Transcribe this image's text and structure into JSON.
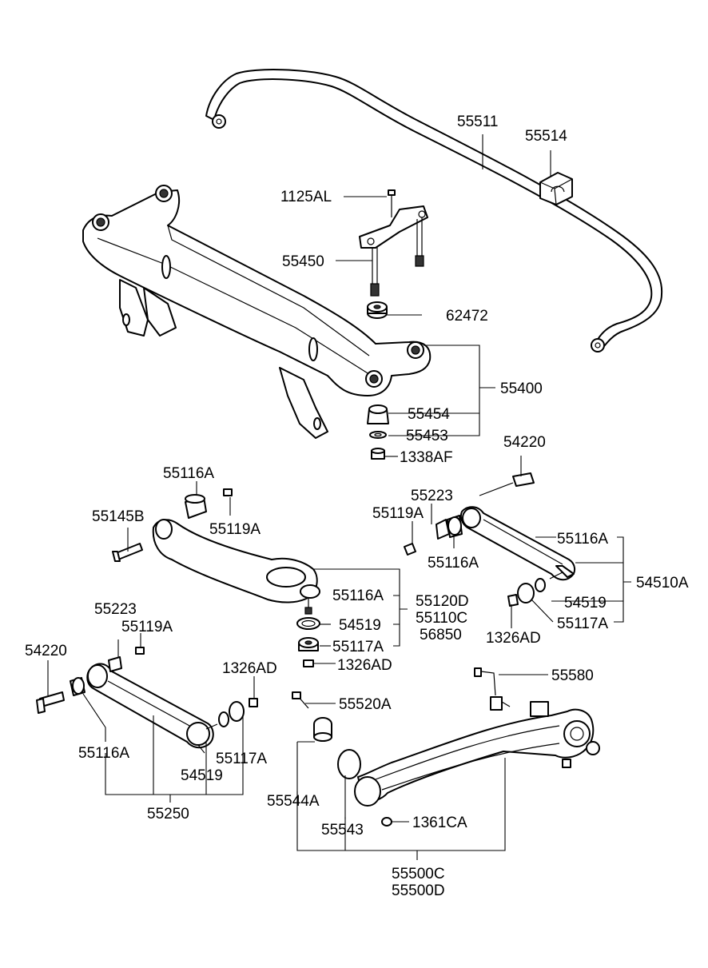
{
  "colors": {
    "line": "#000000",
    "background": "#ffffff"
  },
  "labels": {
    "p55511": "55511",
    "p55514": "55514",
    "p1125AL": "1125AL",
    "p55450": "55450",
    "p62472": "62472",
    "p55400": "55400",
    "p55454": "55454",
    "p55453": "55453",
    "p1338AF": "1338AF",
    "p54220_top": "54220",
    "p55116A_top_left": "55116A",
    "p55119A_top_left": "55119A",
    "p55145B": "55145B",
    "p55223_right": "55223",
    "p55119A_right": "55119A",
    "p55116A_right_mid": "55116A",
    "p55116A_right_top": "55116A",
    "p54510A": "54510A",
    "p54519_right": "54519",
    "p55117A_right": "55117A",
    "p1326AD_right": "1326AD",
    "p55116A_center": "55116A",
    "p55120D": "55120D",
    "p55110C": "55110C",
    "p56850": "56850",
    "p54519_center": "54519",
    "p55117A_center": "55117A",
    "p1326AD_center": "1326AD",
    "p55223_left": "55223",
    "p55119A_left": "55119A",
    "p54220_left": "54220",
    "p1326AD_left": "1326AD",
    "p55116A_left": "55116A",
    "p55117A_left": "55117A",
    "p54519_left": "54519",
    "p55250": "55250",
    "p55580": "55580",
    "p55520A": "55520A",
    "p55544A": "55544A",
    "p55543": "55543",
    "p1361CA": "1361CA",
    "p55500C": "55500C",
    "p55500D": "55500D"
  }
}
